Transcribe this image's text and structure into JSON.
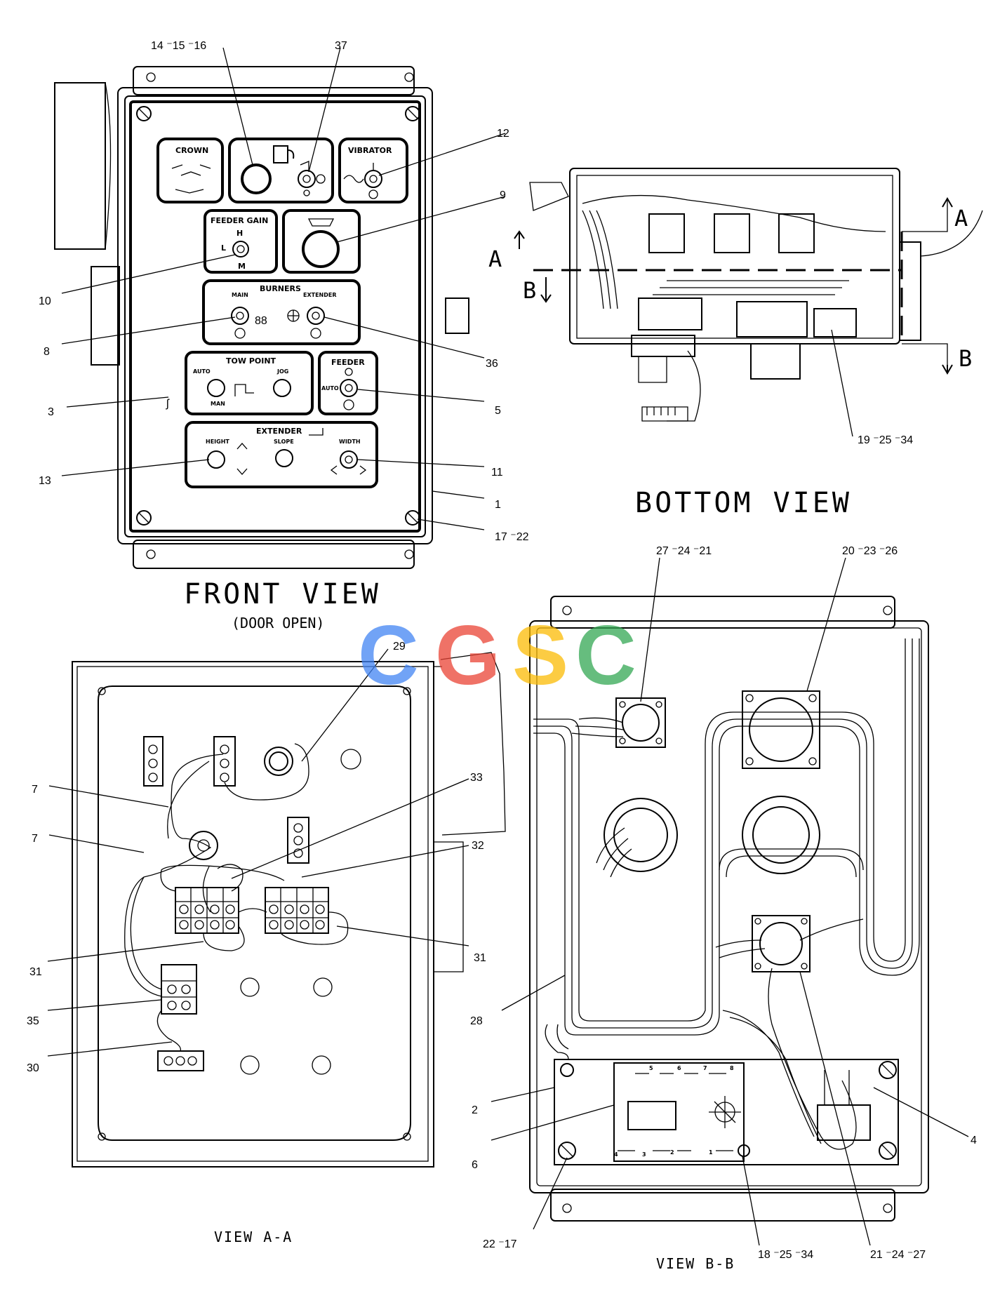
{
  "views": {
    "front": {
      "title": "FRONT VIEW",
      "subtitle": "(DOOR OPEN)"
    },
    "bottom": {
      "title": "BOTTOM VIEW"
    },
    "aa": {
      "title": "VIEW A-A"
    },
    "bb": {
      "title": "VIEW B-B"
    }
  },
  "panel_labels": {
    "crown": "CROWN",
    "vibrator": "VIBRATOR",
    "feeder_gain": "FEEDER GAIN",
    "gain_h": "H",
    "gain_l": "L",
    "gain_m": "M",
    "burners": "BURNERS",
    "main": "MAIN",
    "extender": "EXTENDER",
    "burner_num": "88",
    "tow_point": "TOW POINT",
    "tow_auto": "AUTO",
    "tow_man": "MAN",
    "jog": "JOG",
    "feeder": "FEEDER",
    "feeder_auto": "AUTO",
    "extender2": "EXTENDER",
    "height": "HEIGHT",
    "slope": "SLOPE",
    "width": "WIDTH"
  },
  "section_markers": {
    "a1": "A",
    "a2": "A",
    "b1": "B",
    "b2": "B"
  },
  "callouts": {
    "c14_15_16": "14 ⁻15 ⁻16",
    "c37": "37",
    "c12": "12",
    "c9": "9",
    "c10": "10",
    "c8": "8",
    "c36": "36",
    "c3": "3",
    "c5": "5",
    "c13": "13",
    "c11": "11",
    "c1": "1",
    "c17_22": "17 ⁻22",
    "c19_25_34": "19 ⁻25 ⁻34",
    "c27_24_21": "27 ⁻24 ⁻21",
    "c20_23_26": "20 ⁻23 ⁻26",
    "c29": "29",
    "c7a": "7",
    "c7b": "7",
    "c33": "33",
    "c32": "32",
    "c31a": "31",
    "c31b": "31",
    "c35": "35",
    "c30": "30",
    "c28": "28",
    "c2": "2",
    "c4": "4",
    "c6": "6",
    "c22_17": "22 ⁻17",
    "c18_25_34": "18 ⁻25 ⁻34",
    "c21_24_27": "21 ⁻24 ⁻27"
  },
  "board_numbers": {
    "n5": "5",
    "n6": "6",
    "n7": "7",
    "n8": "8",
    "n4": "4",
    "n3": "3",
    "n2": "2",
    "n1": "1"
  },
  "watermark": {
    "letters": [
      "C",
      "G",
      "S",
      "C"
    ],
    "colors": [
      "#4285F4",
      "#EA4335",
      "#FBBC05",
      "#34A853"
    ]
  }
}
